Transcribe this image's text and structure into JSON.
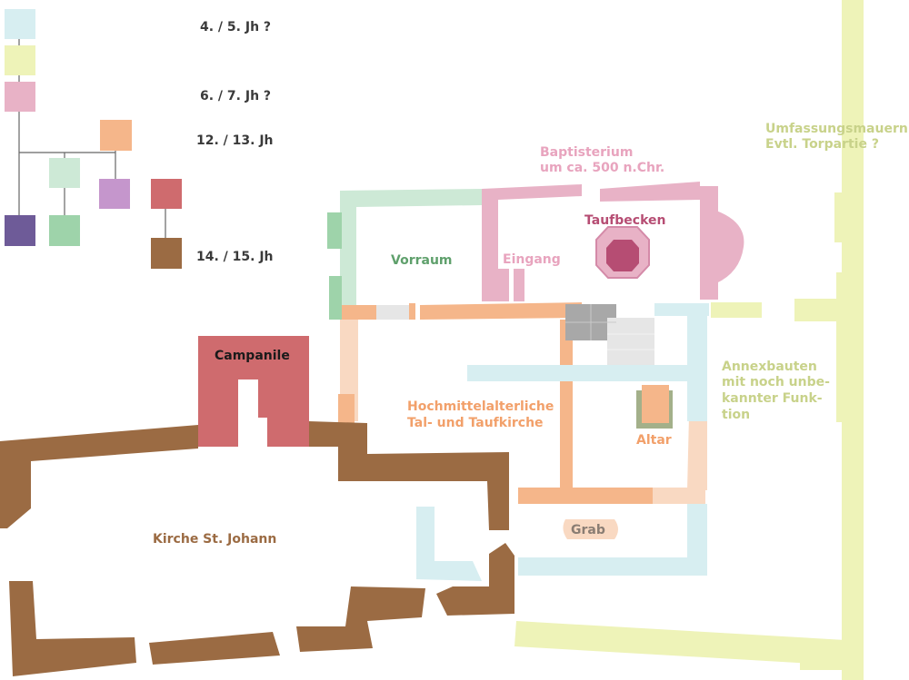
{
  "colors": {
    "c45": "#d7eef1",
    "c45b": "#eef3b8",
    "c67": "#e8b2c6",
    "c1213": "#f5b68a",
    "c1213b": "#f9d9c2",
    "green_light": "#cde9d6",
    "green_mid": "#9ed3aa",
    "purple": "#c596cc",
    "purple_dark": "#6e5b98",
    "red": "#cf6b6e",
    "brown": "#9b6b43",
    "grey": "#a8a8a8",
    "grey_light": "#e6e6e6",
    "pool_dark": "#b64d73",
    "text_dark": "#3a3a3a"
  },
  "legend": {
    "period_1": "4. / 5. Jh ?",
    "period_2": "6. / 7. Jh ?",
    "period_3": "12. / 13. Jh",
    "period_4": "14. / 15. Jh"
  },
  "labels": {
    "umfassung_1": "Umfassungsmauern",
    "umfassung_2": "Evtl. Torpartie ?",
    "baptisterium_1": "Baptisterium",
    "baptisterium_2": "um ca. 500 n.Chr.",
    "taufbecken": "Taufbecken",
    "vorraum": "Vorraum",
    "eingang": "Eingang",
    "campanile": "Campanile",
    "hochmittel_1": "Hochmittelalterliche",
    "hochmittel_2": "Tal- und Taufkirche",
    "altar": "Altar",
    "annex_1": "Annexbauten",
    "annex_2": "mit noch unbe-",
    "annex_3": "kannter Funk-",
    "annex_4": "tion",
    "grab": "Grab",
    "kirche": "Kirche St. Johann"
  }
}
